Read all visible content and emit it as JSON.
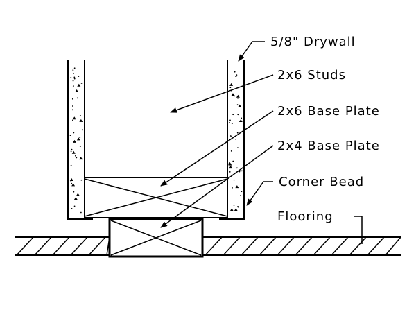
{
  "labels": {
    "drywall": "5/8\" Drywall",
    "studs": "2x6 Studs",
    "base_plate_2x6": "2x6 Base Plate",
    "base_plate_2x4": "2x4 Base Plate",
    "corner_bead": "Corner Bead",
    "flooring": "Flooring"
  },
  "colors": {
    "ink": "#000000",
    "background": "#ffffff"
  }
}
